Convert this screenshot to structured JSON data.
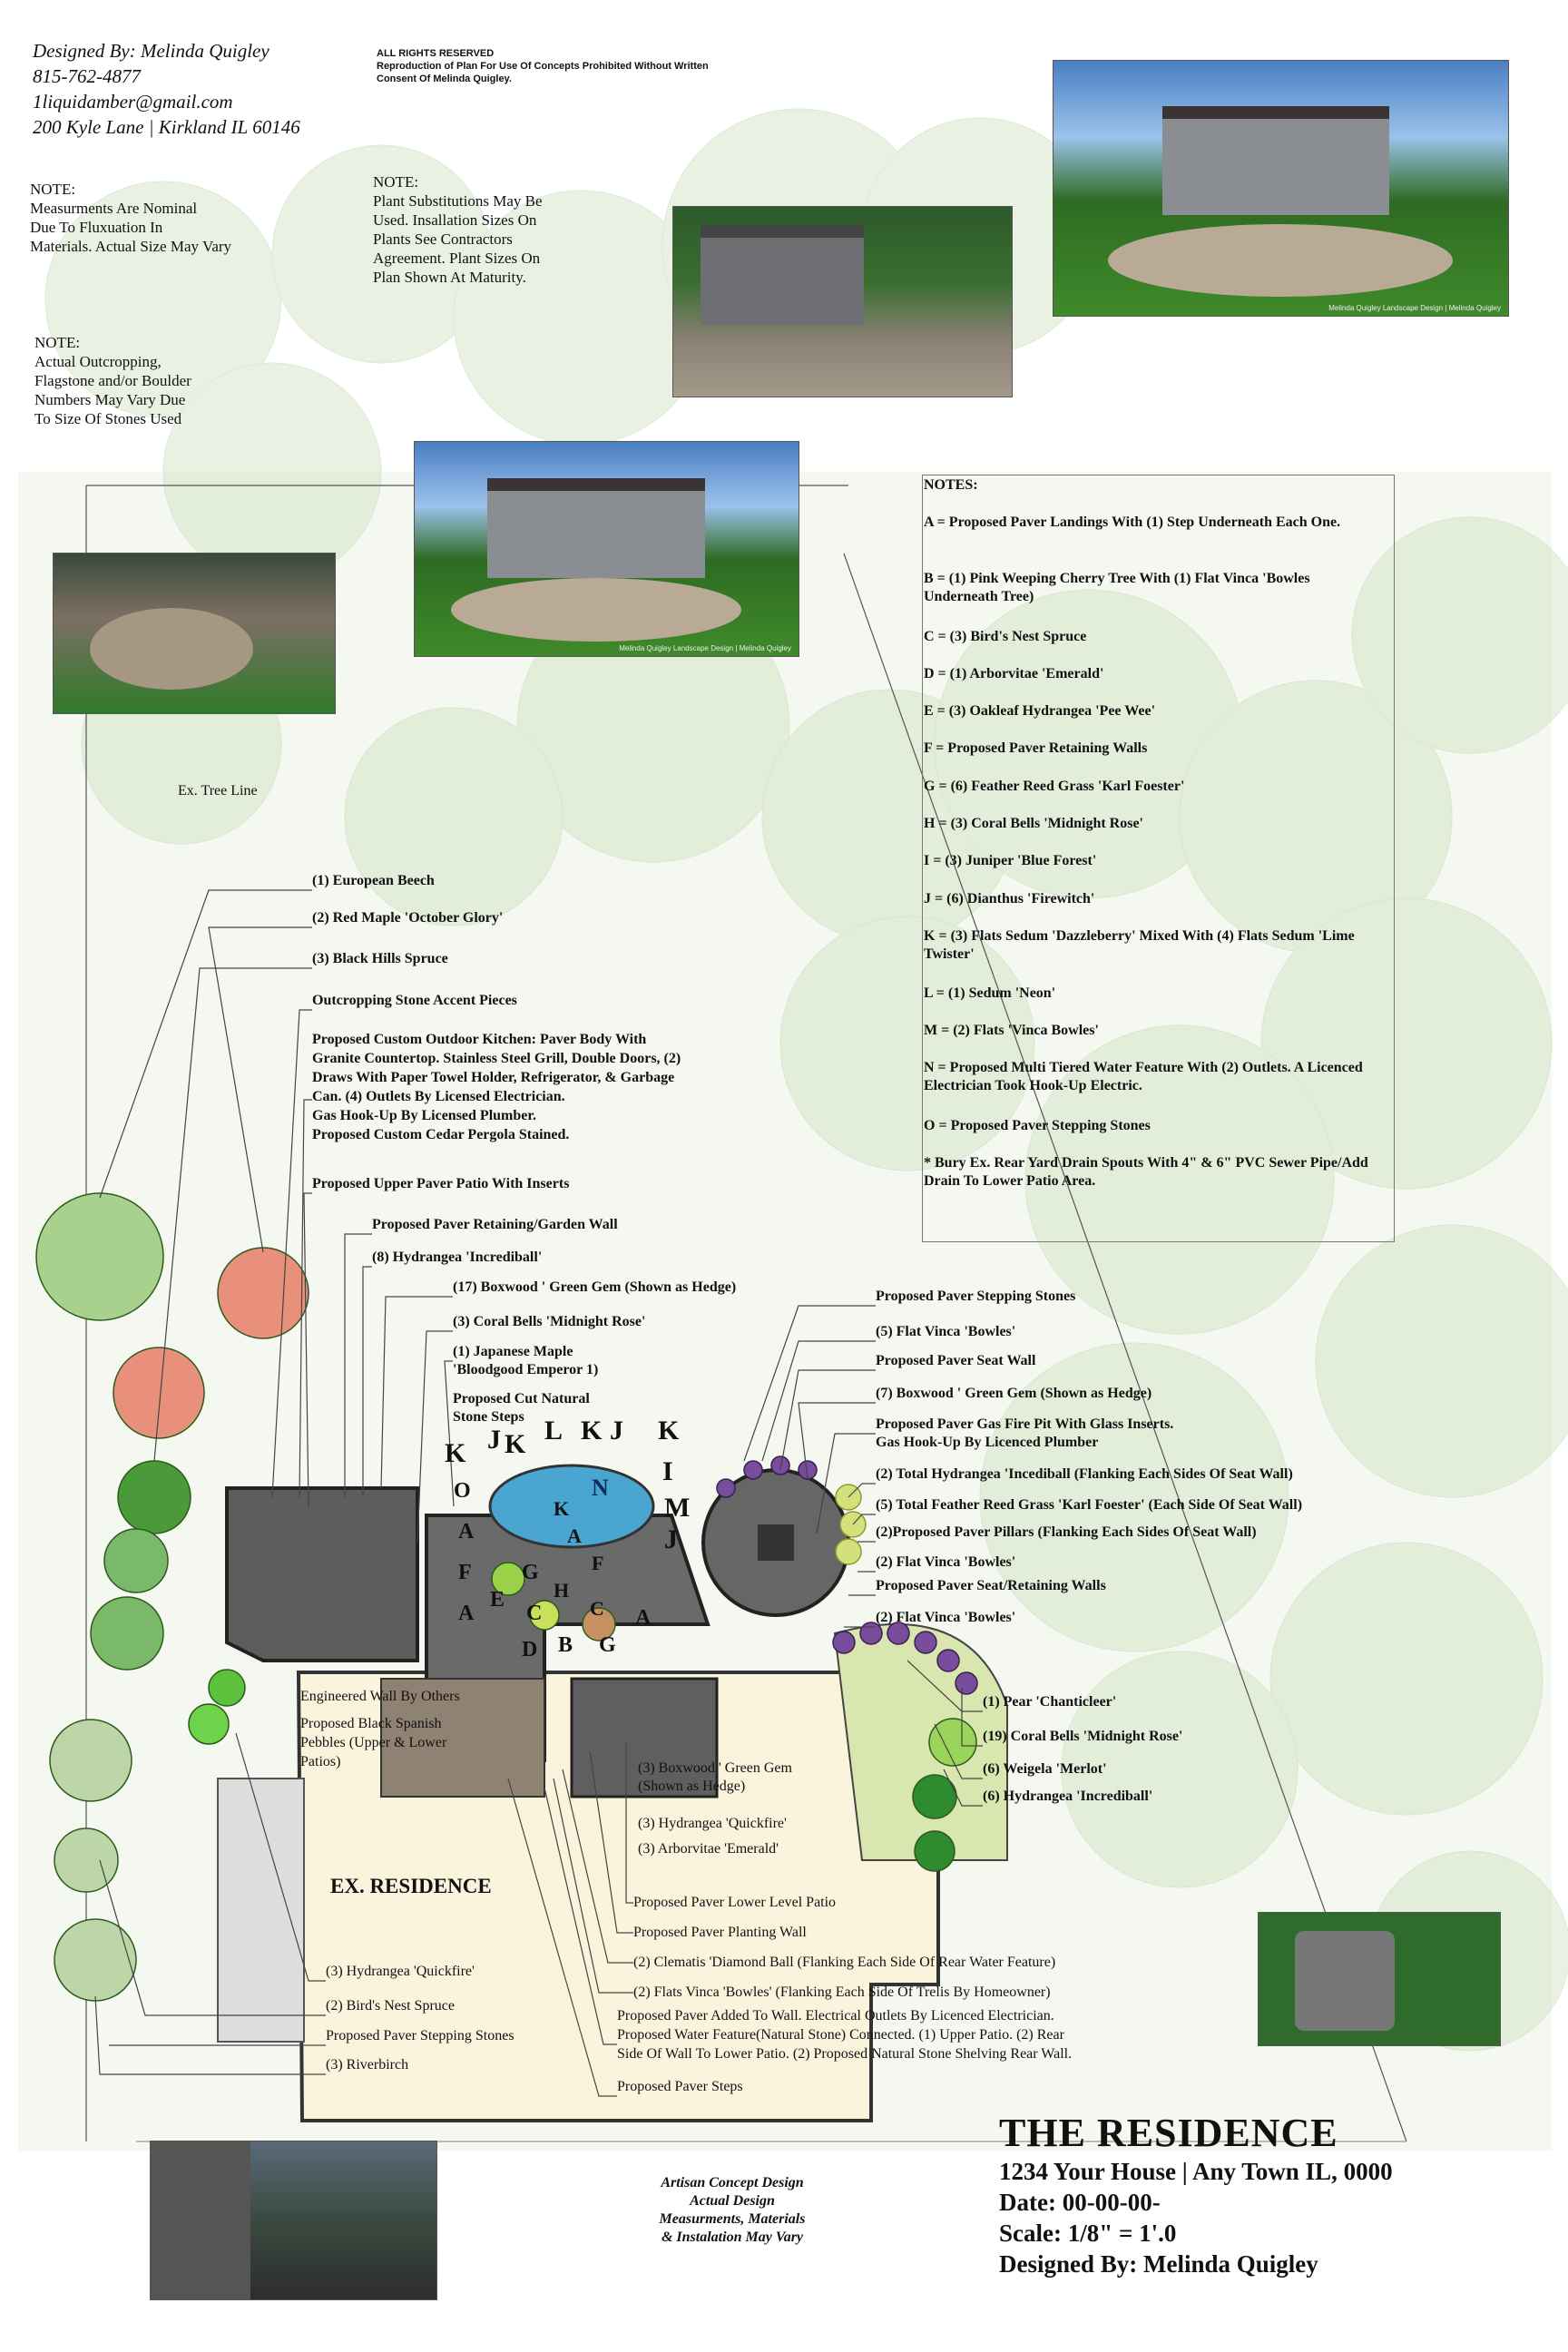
{
  "header": {
    "designer": "Designed By: Melinda Quigley",
    "phone": "815-762-4877",
    "email": "1liquidamber@gmail.com",
    "address": "200 Kyle Lane | Kirkland IL 60146"
  },
  "rights": {
    "title": "ALL RIGHTS RESERVED",
    "line1": "Reproduction of Plan For Use Of Concepts Prohibited Without Written",
    "line2": "Consent Of Melinda Quigley."
  },
  "notes_small": [
    {
      "title": "NOTE:",
      "lines": [
        "Measurments Are Nominal",
        "Due To Fluxuation In",
        "Materials. Actual Size May Vary"
      ]
    },
    {
      "title": "NOTE:",
      "lines": [
        "Plant Substitutions May Be",
        "Used. Insallation Sizes On",
        "Plants See Contractors",
        "Agreement. Plant Sizes On",
        "Plan Shown At Maturity."
      ]
    },
    {
      "title": "NOTE:",
      "lines": [
        "Actual Outcropping,",
        "Flagstone and/or Boulder",
        "Numbers May Vary Due",
        "To Size Of Stones Used"
      ]
    }
  ],
  "photos": {
    "caption": "Melinda Quigley Landscape Design | Melinda Quigley"
  },
  "notes": {
    "title": "NOTES:",
    "items": [
      "A =  Proposed Paver Landings With (1) Step Underneath Each One.",
      "B =  (1) Pink Weeping Cherry Tree With (1) Flat Vinca 'Bowles Underneath Tree)",
      "C = (3) Bird's Nest Spruce",
      "D = (1) Arborvitae 'Emerald'",
      "E =  (3) Oakleaf Hydrangea 'Pee Wee'",
      "F =  Proposed Paver Retaining Walls",
      "G = (6) Feather Reed Grass 'Karl Foester'",
      "H = (3) Coral Bells 'Midnight Rose'",
      "I = (3) Juniper 'Blue Forest'",
      "J = (6) Dianthus 'Firewitch'",
      "K = (3) Flats Sedum 'Dazzleberry' Mixed With (4) Flats Sedum 'Lime Twister'",
      "L = (1) Sedum 'Neon'",
      "M = (2) Flats 'Vinca Bowles'",
      "N = Proposed Multi Tiered Water Feature With (2) Outlets. A Licenced Electrician Took Hook-Up Electric.",
      "O = Proposed Paver Stepping Stones",
      "* Bury Ex. Rear Yard Drain Spouts With 4\" & 6\" PVC Sewer Pipe/Add Drain To Lower Patio Area."
    ]
  },
  "tree_line": "Ex. Tree Line",
  "callouts_left": [
    "(1) European Beech",
    "(2) Red Maple 'October Glory'",
    "(3) Black Hills Spruce",
    "Outcropping Stone Accent Pieces",
    "Proposed Custom Outdoor Kitchen: Paver Body With",
    "Granite Countertop. Stainless Steel Grill, Double Doors, (2)",
    "Draws With Paper Towel Holder, Refrigerator, & Garbage",
    "Can. (4) Outlets By Licensed Electrician.",
    "Gas Hook-Up By Licensed Plumber.",
    "Proposed Custom Cedar Pergola Stained.",
    "Proposed Upper Paver Patio With Inserts",
    "Proposed Paver Retaining/Garden Wall",
    "(8) Hydrangea 'Incrediball'",
    "(17) Boxwood ' Green Gem (Shown as Hedge)",
    "(3) Coral Bells 'Midnight Rose'",
    "(1) Japanese Maple",
    "'Bloodgood Emperor 1)",
    "Proposed Cut Natural",
    "Stone Steps"
  ],
  "callouts_right": [
    "Proposed Paver Stepping Stones",
    "(5) Flat Vinca 'Bowles'",
    "Proposed Paver Seat Wall",
    "(7) Boxwood ' Green Gem (Shown as Hedge)",
    "Proposed Paver Gas Fire Pit With Glass Inserts.",
    "Gas Hook-Up By Licenced Plumber",
    "(2) Total Hydrangea 'Incediball (Flanking Each Sides Of Seat Wall)",
    "(5) Total Feather Reed Grass 'Karl Foester' (Each Side Of Seat Wall)",
    "(2)Proposed Paver Pillars (Flanking Each Sides Of Seat Wall)",
    "(2) Flat Vinca 'Bowles'",
    "Proposed Paver Seat/Retaining Walls",
    "(2) Flat Vinca 'Bowles'",
    "(1) Pear 'Chanticleer'",
    "(19) Coral Bells 'Midnight Rose'",
    "(6) Weigela 'Merlot'",
    "(6) Hydrangea 'Incrediball'"
  ],
  "callouts_bottom": [
    "Engineered Wall By Others",
    "Proposed Black Spanish",
    "Pebbles (Upper & Lower",
    "Patios)",
    "(3) Boxwood ' Green Gem",
    "(Shown as Hedge)",
    "(3) Hydrangea 'Quickfire'",
    "(3) Arborvitae 'Emerald'",
    "EX. RESIDENCE",
    "Proposed Paver Lower Level Patio",
    "Proposed Paver Planting Wall",
    "(2) Clematis 'Diamond Ball (Flanking Each Side Of Rear Water Feature)",
    "(2) Flats Vinca 'Bowles' (Flanking Each Side Of Trelis By Homeowner)",
    "Proposed Paver Added To Wall. Electrical Outlets By Licenced Electrician.",
    "Proposed Water Feature(Natural Stone) Connected. (1) Upper Patio. (2) Rear",
    "Side Of Wall To Lower Patio. (2) Proposed Natural Stone Shelving Rear Wall.",
    "Proposed Paver Steps",
    "(3) Hydrangea 'Quickfire'",
    "(2) Bird's Nest Spruce",
    "Proposed Paver Stepping Stones",
    "(3) Riverbirch"
  ],
  "plan_letters": [
    "K",
    "J",
    "K",
    "L",
    "K",
    "J",
    "K",
    "I",
    "M",
    "J",
    "N",
    "O",
    "A",
    "K",
    "A",
    "F",
    "E",
    "G",
    "C",
    "D",
    "B",
    "G",
    "F",
    "A",
    "A",
    "C",
    "H"
  ],
  "disclaimer": [
    "Artisan Concept Design",
    "Actual Design",
    "Measurments, Materials",
    "& Instalation May Vary"
  ],
  "title_block": {
    "title": "THE RESIDENCE",
    "address": "1234 Your House | Any Town IL, 0000",
    "date": "Date: 00-00-00-",
    "scale": "Scale: 1/8\" = 1'.0",
    "designer": "Designed By: Melinda Quigley"
  }
}
